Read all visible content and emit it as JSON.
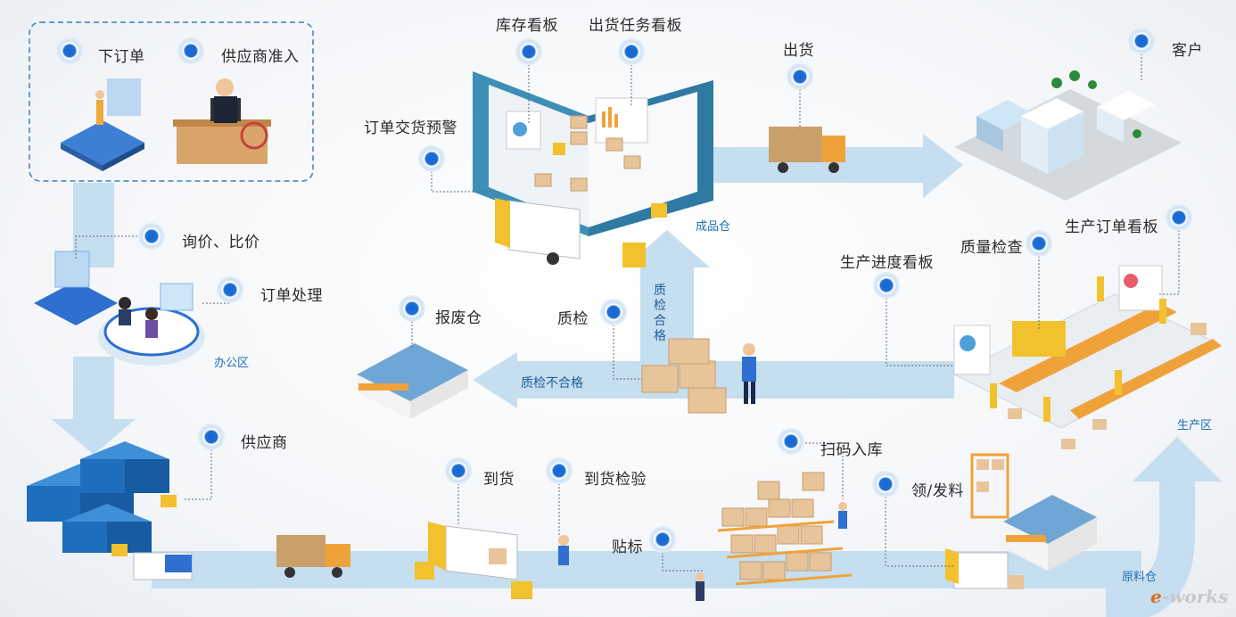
{
  "labels": {
    "place_order": "下订单",
    "supplier_admission": "供应商准入",
    "inquiry_compare": "询价、比价",
    "order_processing": "订单处理",
    "supplier": "供应商",
    "inventory_board": "库存看板",
    "shipping_task_board": "出货任务看板",
    "order_delivery_alert": "订单交货预警",
    "ship_out": "出货",
    "customer": "客户",
    "production_order_board": "生产订单看板",
    "quality_inspection": "质量检查",
    "production_progress_board": "生产进度看板",
    "qc": "质检",
    "scrap_warehouse": "报废仓",
    "arrival": "到货",
    "arrival_inspection": "到货检验",
    "labeling": "贴标",
    "scan_inbound": "扫码入库",
    "material_issue": "领/发料"
  },
  "zones": {
    "office": "办公区",
    "finished_goods": "成品仓",
    "production": "生产区",
    "raw_material": "原料仓"
  },
  "flows": {
    "qc_pass": "质检合格",
    "qc_fail": "质检不合格"
  },
  "logo": {
    "prefix": "e",
    "rest": "-works"
  },
  "colors": {
    "flow_arrow": "#bcd9ec",
    "marker_blue": "#1f6fd1",
    "dash_frame": "#3a7fc0",
    "zone_text": "#1f6fb5",
    "warehouse_wall": "#3d8fb8"
  }
}
